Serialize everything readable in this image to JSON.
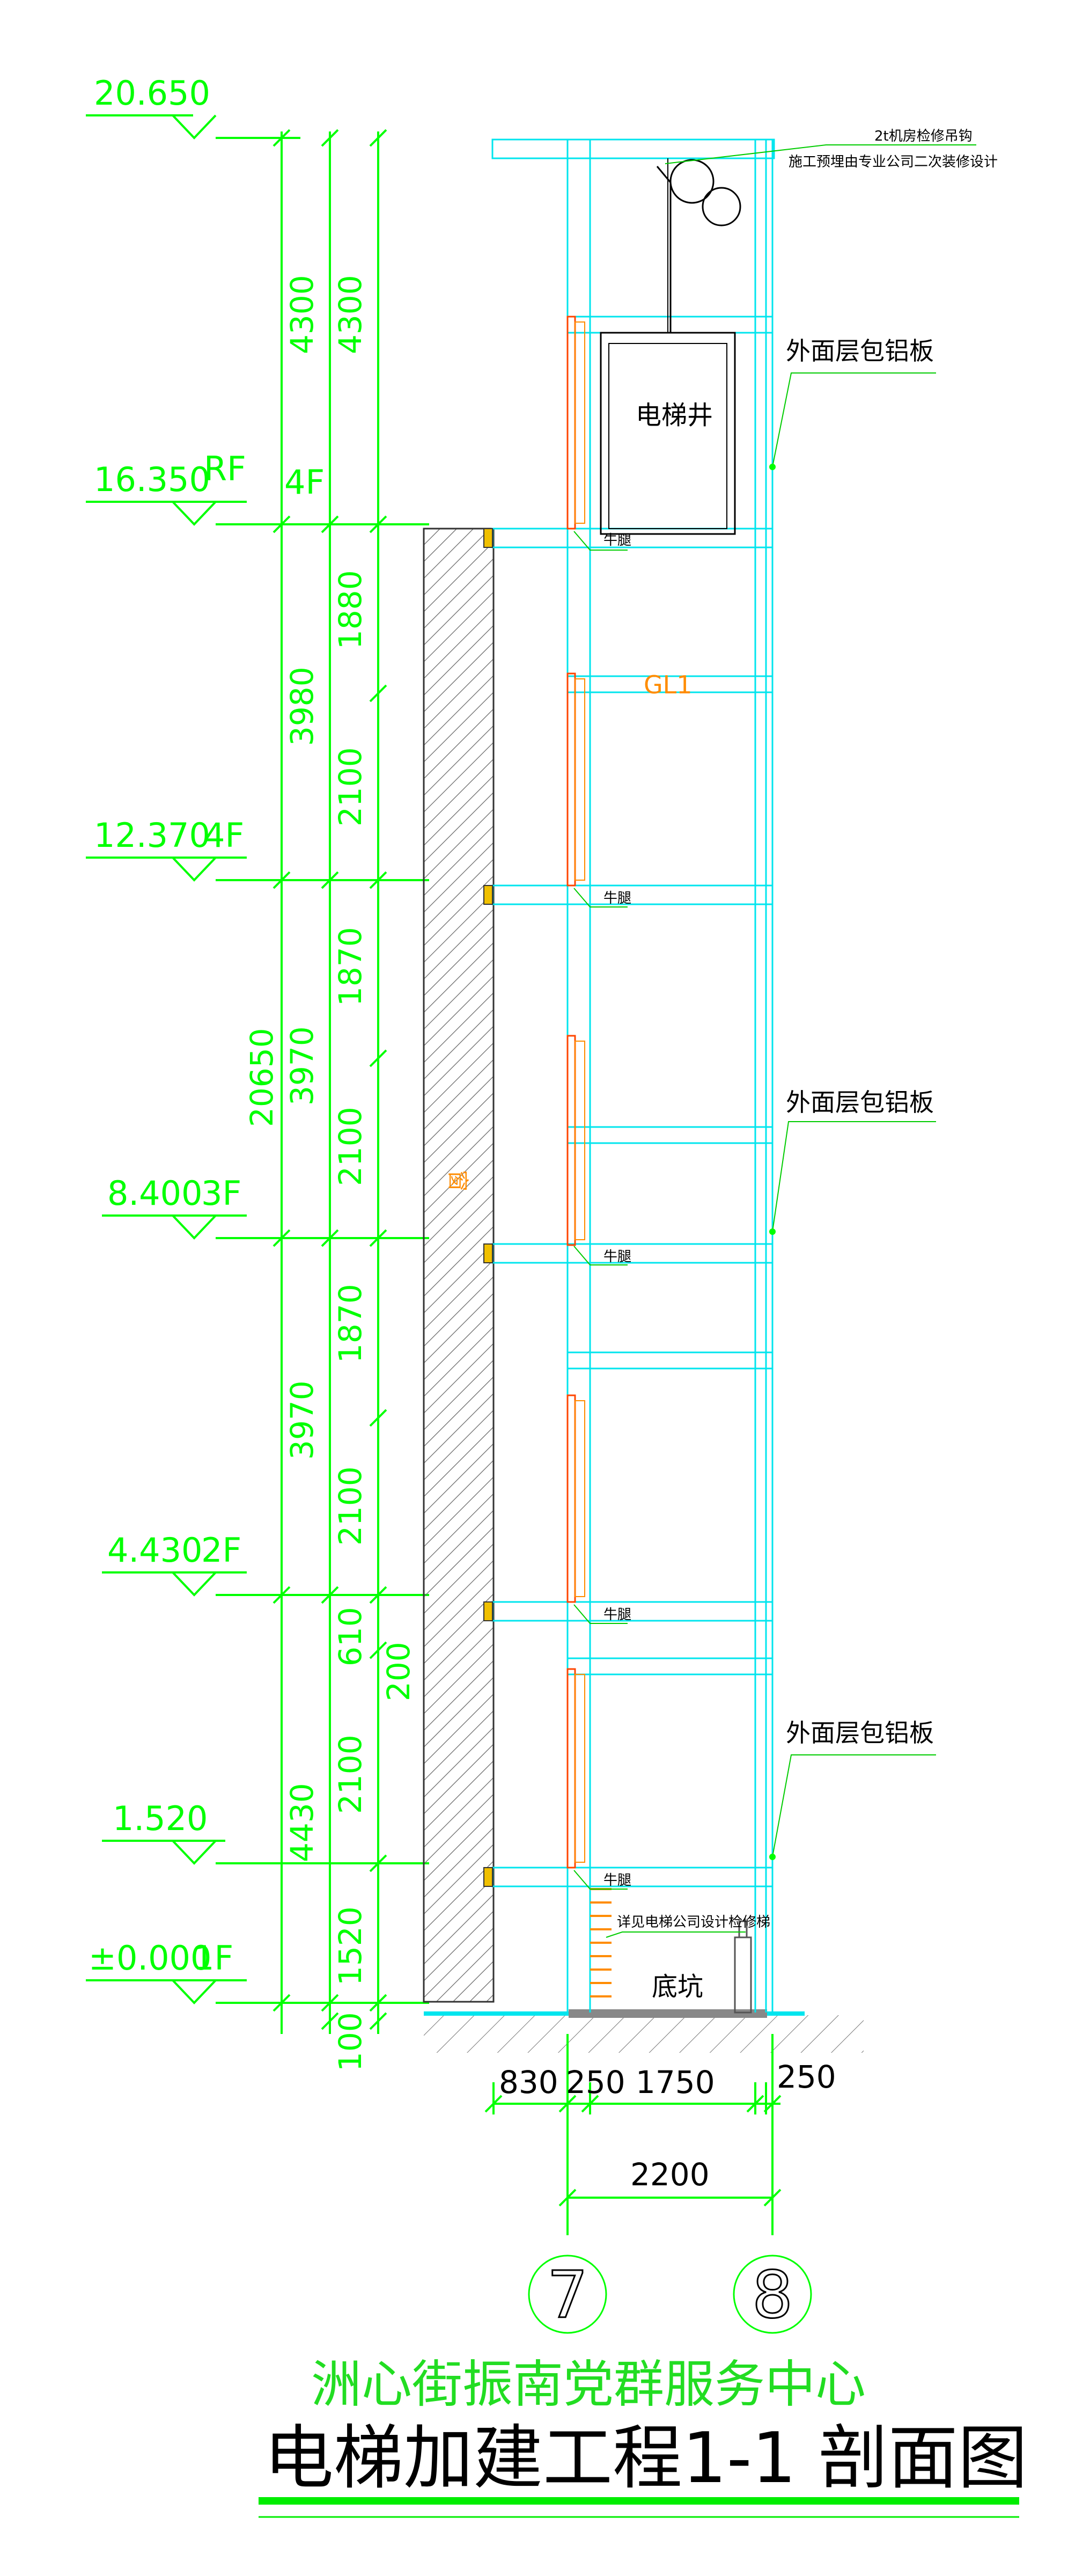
{
  "elevations": [
    {
      "value": "20.650",
      "floor": ""
    },
    {
      "value": "16.350",
      "floor": "RF"
    },
    {
      "value": "12.370",
      "floor": "4F"
    },
    {
      "value": "8.400",
      "floor": "3F"
    },
    {
      "value": "4.430",
      "floor": "2F"
    },
    {
      "value": "1.520",
      "floor": ""
    },
    {
      "value": "±0.000",
      "floor": "1F"
    }
  ],
  "side_label_4f": "4F",
  "dims_col1": [
    "4300",
    "3980",
    "20650",
    "3970",
    "3970",
    "4430",
    "200",
    "100"
  ],
  "dims_col2": [
    "4300",
    "1880",
    "2100",
    "1870",
    "2100",
    "1870",
    "2100",
    "610",
    "2100",
    "1520"
  ],
  "horizontal_dims": [
    "830",
    "250",
    "1750",
    "250",
    "2200"
  ],
  "grid_axes": [
    "7",
    "8"
  ],
  "labels": {
    "hook_line1": "2t机房检修吊钩",
    "hook_line2": "施工预埋由专业公司二次装修设计",
    "cladding": "外面层包铝板",
    "shaft": "电梯井",
    "corbel": "牛腿",
    "beam": "GL1",
    "wall_tag": "窗",
    "pit_note": "详见电梯公司设计检修梯",
    "pit": "底坑"
  },
  "title": {
    "subtitle": "洲心街振南党群服务中心",
    "main": "电梯加建工程1-1 剖面图"
  },
  "colors": {
    "dim_green": "#00ff00",
    "struct_cyan": "#00e5ee",
    "door_orange": "#ff8c00",
    "title_green": "#22dd22",
    "ink": "#000000"
  }
}
